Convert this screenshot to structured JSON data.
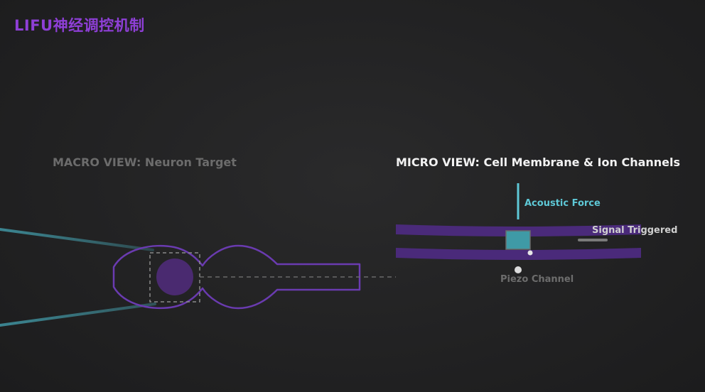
{
  "title": "LIFU神经调控机制",
  "macro": {
    "label": "MACRO VIEW: Neuron Target"
  },
  "micro": {
    "label": "MICRO VIEW: Cell Membrane & Ion Channels",
    "acoustic_label": "Acoustic Force",
    "signal_label": "Signal Triggered",
    "piezo_label": "Piezo Channel"
  },
  "colors": {
    "accent_purple": "#8e3fd6",
    "neuron_outline": "#6a3bb0",
    "membrane": "#4a2a7a",
    "ultrasound_beam": "#4aa6b4",
    "channel": "#3f9aa6",
    "acoustic_force": "#5ec8d6"
  }
}
